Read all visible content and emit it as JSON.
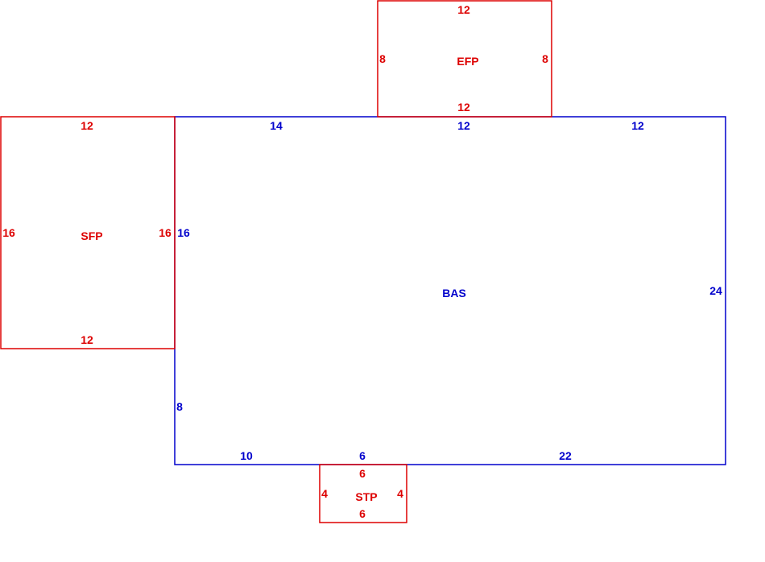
{
  "colors": {
    "main": "#0000cc",
    "addition": "#dd0000",
    "background": "#ffffff"
  },
  "areas": {
    "bas": {
      "label": "BAS",
      "dims": {
        "top_left": "14",
        "top_mid": "12",
        "top_right": "12",
        "left_upper": "16",
        "left_lower": "8",
        "right": "24",
        "bottom_left": "10",
        "bottom_mid": "6",
        "bottom_right": "22"
      }
    },
    "efp": {
      "label": "EFP",
      "dims": {
        "top": "12",
        "bottom": "12",
        "left": "8",
        "right": "8"
      }
    },
    "sfp": {
      "label": "SFP",
      "dims": {
        "top": "12",
        "bottom": "12",
        "left": "16",
        "right": "16"
      }
    },
    "stp": {
      "label": "STP",
      "dims": {
        "top": "6",
        "bottom": "6",
        "left": "4",
        "right": "4"
      }
    }
  }
}
